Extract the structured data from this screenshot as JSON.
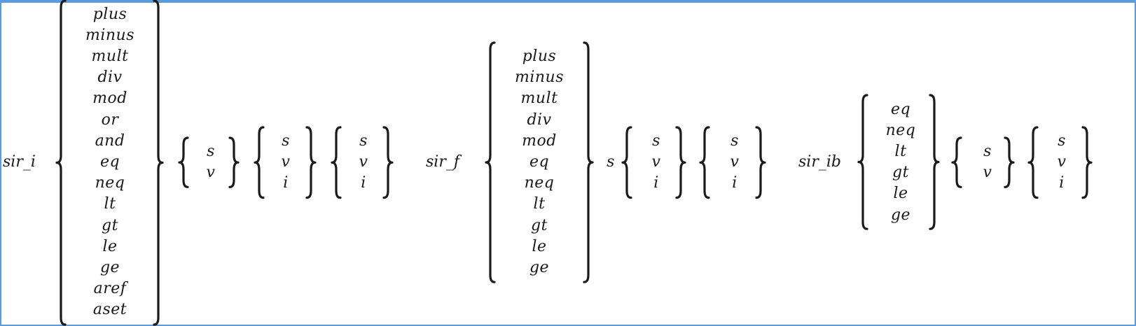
{
  "expressions": [
    {
      "name": "sir_i",
      "groups": [
        [
          "plus",
          "minus",
          "mult",
          "div",
          "mod",
          "or",
          "and",
          "eq",
          "neq",
          "lt",
          "gt",
          "le",
          "ge",
          "aref",
          "aset"
        ],
        [
          "s",
          "v"
        ],
        [
          "s",
          "v",
          "i"
        ],
        [
          "s",
          "v",
          "i"
        ]
      ]
    },
    {
      "name": "sir_f",
      "groups": [
        [
          "plus",
          "minus",
          "mult",
          "div",
          "mod",
          "eq",
          "neq",
          "lt",
          "gt",
          "le",
          "ge"
        ],
        [
          "s"
        ],
        [
          "s",
          "v",
          "i"
        ],
        [
          "s",
          "v",
          "i"
        ]
      ]
    },
    {
      "name": "sir_ib",
      "groups": [
        [
          "eq",
          "neq",
          "lt",
          "gt",
          "le",
          "ge"
        ],
        [
          "s",
          "v"
        ],
        [
          "s",
          "v",
          "i"
        ]
      ]
    }
  ],
  "colors": {
    "frame": "#5b9be0",
    "ink": "#1a1a1a"
  }
}
